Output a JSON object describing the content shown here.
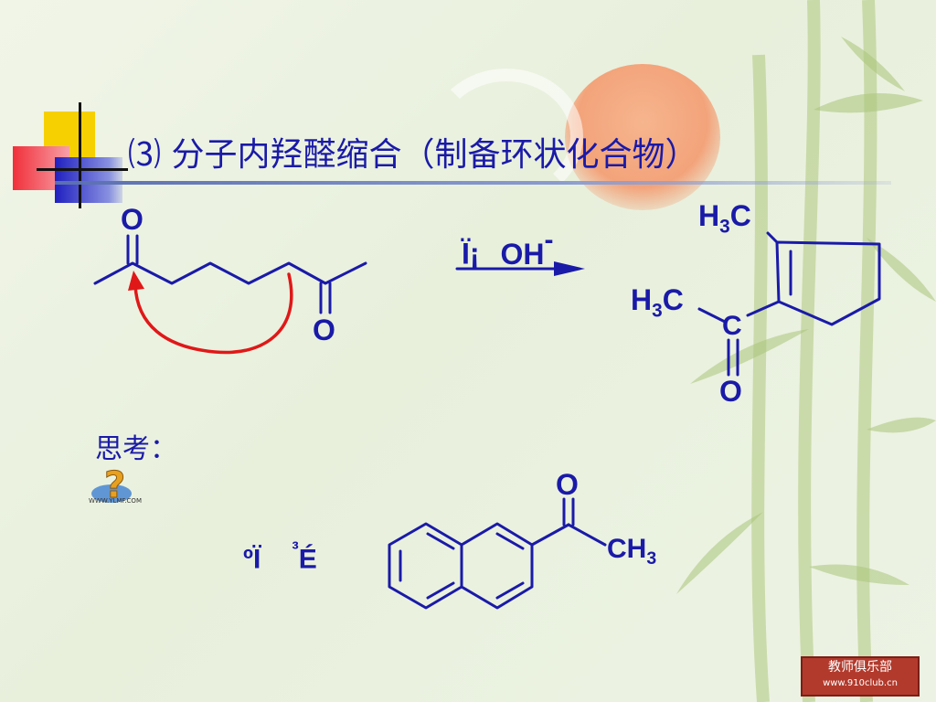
{
  "slide": {
    "title": "⑶ 分子内羟醛缩合（制备环状化合物）",
    "think_label": "思考：",
    "icon_caption": "WWW.YLMF.COM"
  },
  "reaction": {
    "reactant_o_top": "O",
    "reactant_o_bottom": "O",
    "reagent_prefix": "Ï¡",
    "reagent_base": "OH",
    "reagent_charge": "-",
    "product_methyl_top_h": "H",
    "product_methyl_top_sub": "3",
    "product_methyl_top_c": "C",
    "product_methyl_left_h": "H",
    "product_methyl_left_sub": "3",
    "product_methyl_left_c": "C",
    "product_carbonyl_c": "C",
    "product_carbonyl_o": "O"
  },
  "question": {
    "garbled_label_1": "ºÏ",
    "garbled_sup": "³",
    "garbled_label_2": "É",
    "ketone_o": "O",
    "methyl_c": "CH",
    "methyl_sub": "3"
  },
  "watermark": {
    "main": "教师俱乐部",
    "url": "www.910club.cn"
  },
  "colors": {
    "ink": "#1a1aa8",
    "arrow_red": "#e01818",
    "accent_yellow": "#f6d000",
    "accent_red": "#f0303a",
    "accent_blue": "#2020c0"
  }
}
